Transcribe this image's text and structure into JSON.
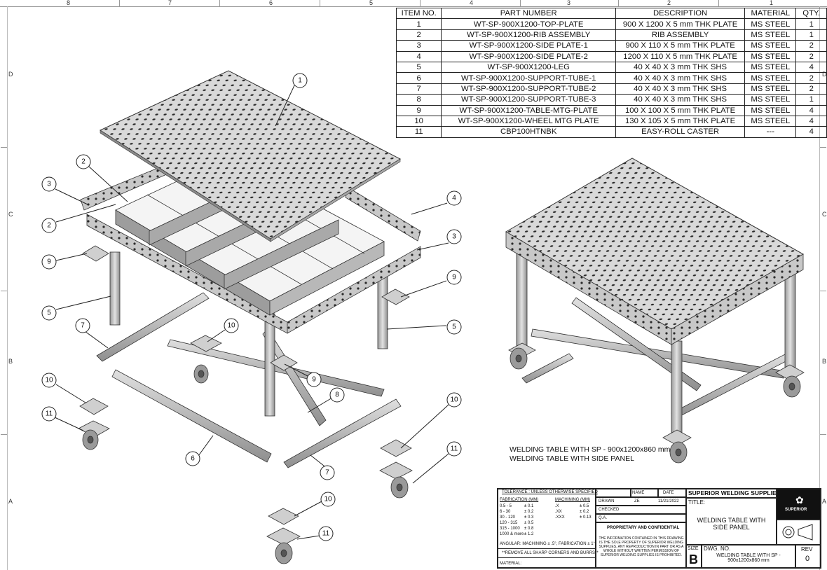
{
  "frame": {
    "columns": [
      "8",
      "7",
      "6",
      "5",
      "4",
      "3",
      "2",
      "1"
    ],
    "rows": [
      "D",
      "C",
      "B",
      "A"
    ]
  },
  "bom": {
    "headers": [
      "ITEM NO.",
      "PART NUMBER",
      "DESCRIPTION",
      "MATERIAL",
      "QTY."
    ],
    "rows": [
      [
        "1",
        "WT-SP-900X1200-TOP-PLATE",
        "900 X 1200 X 5 mm THK PLATE",
        "MS STEEL",
        "1"
      ],
      [
        "2",
        "WT-SP-900X1200-RIB ASSEMBLY",
        "RIB ASSEMBLY",
        "MS STEEL",
        "1"
      ],
      [
        "3",
        "WT-SP-900X1200-SIDE PLATE-1",
        "900 X 110 X 5 mm THK PLATE",
        "MS STEEL",
        "2"
      ],
      [
        "4",
        "WT-SP-900X1200-SIDE PLATE-2",
        "1200 X 110 X 5 mm THK PLATE",
        "MS STEEL",
        "2"
      ],
      [
        "5",
        "WT-SP-900X1200-LEG",
        "40 X 40 X 3 mm THK SHS",
        "MS STEEL",
        "4"
      ],
      [
        "6",
        "WT-SP-900X1200-SUPPORT-TUBE-1",
        "40 X 40 X 3 mm THK SHS",
        "MS STEEL",
        "2"
      ],
      [
        "7",
        "WT-SP-900X1200-SUPPORT-TUBE-2",
        "40 X 40 X 3 mm THK SHS",
        "MS STEEL",
        "2"
      ],
      [
        "8",
        "WT-SP-900X1200-SUPPORT-TUBE-3",
        "40 X 40 X 3 mm THK SHS",
        "MS STEEL",
        "1"
      ],
      [
        "9",
        "WT-SP-900X1200-TABLE-MTG-PLATE",
        "100 X 100 X 5 mm THK PLATE",
        "MS STEEL",
        "4"
      ],
      [
        "10",
        "WT-SP-900X1200-WHEEL MTG PLATE",
        "130 X 105 X 5 mm THK PLATE",
        "MS STEEL",
        "4"
      ],
      [
        "11",
        "CBP100HTNBK",
        "EASY-ROLL CASTER",
        "---",
        "4"
      ]
    ]
  },
  "balloons": [
    "1",
    "2",
    "2",
    "3",
    "3",
    "4",
    "5",
    "5",
    "6",
    "7",
    "7",
    "8",
    "9",
    "9",
    "9",
    "10",
    "10",
    "10",
    "10",
    "11",
    "11",
    "11"
  ],
  "caption": {
    "line1": "WELDING TABLE WITH SP - 900x1200x860 mm",
    "line2": "WELDING TABLE WITH SIDE PANEL"
  },
  "title_block": {
    "tolerance": "TOLERANCE : UNLESS OTHERWISE SPECIFIED",
    "fabrication": "FABRICATION (MM)",
    "machining": "MACHINING (MM)",
    "fab_rows": [
      [
        "0.5 - 5",
        "± 0.1"
      ],
      [
        "6 - 30",
        "± 0.2"
      ],
      [
        "30 - 120",
        "± 0.3"
      ],
      [
        "120 - 315",
        "± 0.5"
      ],
      [
        "315 - 1000",
        "± 0.8"
      ],
      [
        "1000 & more",
        "± 1.2"
      ]
    ],
    "mach_rows": [
      [
        ".X",
        "± 0.5"
      ],
      [
        ".XX",
        "± 0.2"
      ],
      [
        ".XXX",
        "± 0.13"
      ]
    ],
    "angular": "ANGULAR: MACHINING ± .5°, FABRICATION ± 1°",
    "remove_burrs": "**REMOVE ALL SHARP CORNERS AND BURRS**",
    "material_label": "MATERIAL:",
    "name_header": "NAME",
    "date_header": "DATE",
    "drawn": "DRAWN",
    "drawn_name": "ZE",
    "drawn_date": "11/21/2022",
    "checked": "CHECKED",
    "qa": "Q.A.",
    "proprietary": "PROPRIETARY AND CONFIDENTIAL",
    "proprietary_text": "THE INFORMATION CONTAINED IN THIS DRAWING IS THE SOLE PROPERTY OF SUPERIOR WELDING SUPPLIES. ANY REPRODUCTION IN PART OR AS A WHOLE WITHOUT WRITTEN PERMISSION OF SUPERIOR WELDING SUPPLIES IS PROHIBITED.",
    "company": "SUPERIOR WELDING SUPPLIES",
    "logo_text": "SUPERIOR",
    "title_label": "TITLE:",
    "title_line1": "WELDING TABLE WITH",
    "title_line2": "SIDE PANEL",
    "size_label": "SIZE",
    "size": "B",
    "dwg_label": "DWG. NO.",
    "dwg_line1": "WELDING TABLE WITH SP -",
    "dwg_line2": "900x1200x860 mm",
    "rev_label": "REV",
    "rev": "0"
  }
}
